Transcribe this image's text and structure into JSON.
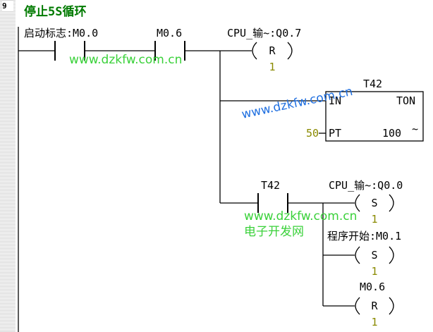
{
  "network": {
    "number": "9",
    "title": "停止5S循环"
  },
  "contacts": [
    {
      "name": "start-flag-contact",
      "label": "启动标志:M0.0"
    },
    {
      "name": "m06-contact",
      "label": "M0.6"
    },
    {
      "name": "t42-contact",
      "label": "T42"
    }
  ],
  "coils": [
    {
      "name": "cpu-output-reset-coil",
      "label": "CPU_输~:Q0.7",
      "op": "R",
      "value": "1"
    },
    {
      "name": "cpu-output-set-coil",
      "label": "CPU_输~:Q0.0",
      "op": "S",
      "value": "1"
    },
    {
      "name": "program-start-set-coil",
      "label": "程序开始:M0.1",
      "op": "S",
      "value": "1"
    },
    {
      "name": "m06-reset-coil",
      "label": "M0.6",
      "op": "R",
      "value": "1"
    }
  ],
  "timer": {
    "name": "T42",
    "type": "TON",
    "in_label": "IN",
    "pt_label": "PT",
    "pt_value": "50",
    "base": "100",
    "base_suffix": "~"
  },
  "watermarks": {
    "url": "www.dzkfw.com.cn",
    "site_name": "电子开发网"
  }
}
